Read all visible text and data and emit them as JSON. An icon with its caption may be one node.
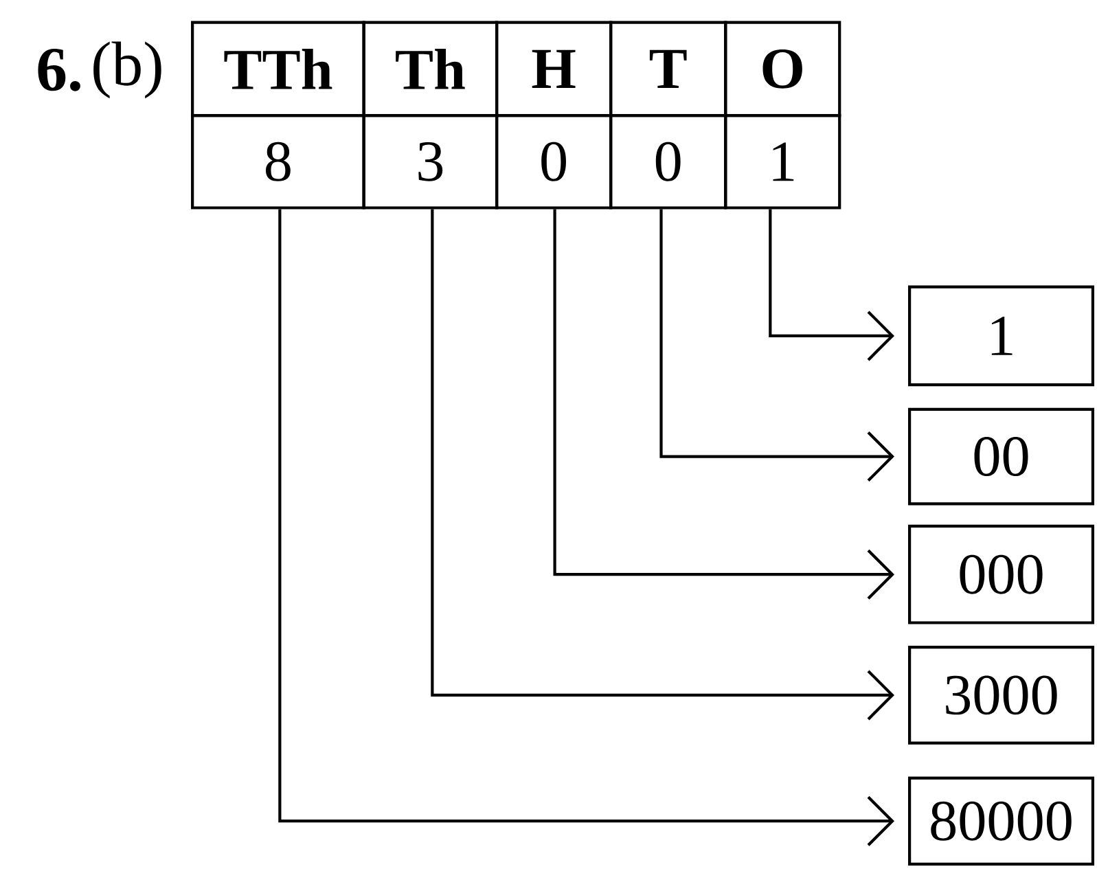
{
  "diagram": {
    "nodes": [
      {
        "text": [
          "TTh"
        ]
      },
      {
        "text": [
          "Th"
        ]
      },
      {
        "text": [
          "H"
        ]
      },
      {
        "text": [
          "T"
        ]
      },
      {
        "text": [
          "O"
        ]
      },
      {
        "text": [
          "8"
        ]
      },
      {
        "text": [
          "3"
        ]
      },
      {
        "text": [
          "0"
        ]
      },
      {
        "text": [
          "0"
        ]
      },
      {
        "text": [
          "1"
        ]
      },
      {
        "text": [
          "1"
        ]
      },
      {
        "text": [
          "00"
        ]
      },
      {
        "text": [
          "000"
        ]
      },
      {
        "text": [
          "3000"
        ]
      },
      {
        "text": [
          "80000"
        ]
      }
    ],
    "edges": [
      {
        "from": 9,
        "to": 10,
        "arrow": "to"
      },
      {
        "from": 8,
        "to": 11,
        "arrow": "to"
      },
      {
        "from": 7,
        "to": 12,
        "arrow": "to"
      },
      {
        "from": 6,
        "to": 13,
        "arrow": "to"
      },
      {
        "from": 5,
        "to": 14,
        "arrow": "to"
      }
    ],
    "labels": [
      "6.",
      "(b)"
    ]
  }
}
